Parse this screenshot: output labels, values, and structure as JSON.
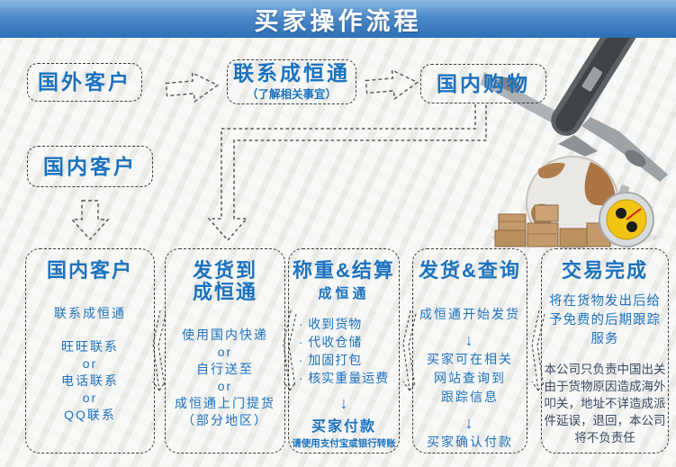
{
  "header": {
    "title": "买家操作流程",
    "bg_top": "#8cb6e0",
    "bg_bottom": "#2e6eb6",
    "text_color": "#ffffff"
  },
  "colors": {
    "accent_blue": "#1b72bf",
    "box_border": "#3c3c3c",
    "background": "#f1f1ef",
    "disclaimer_text": "#3b4a63"
  },
  "top_flow": {
    "overseas_customer": {
      "label": "国外客户"
    },
    "contact_chenghengtong": {
      "label": "联系成恒通",
      "sublabel": "（了解相关事宜）"
    },
    "domestic_shopping": {
      "label": "国内购物"
    },
    "domestic_customer": {
      "label": "国内客户"
    }
  },
  "bottom_flow": {
    "box1": {
      "title": "国内客户",
      "lines": [
        "联系成恒通",
        "旺旺联系",
        "or",
        "电话联系",
        "or",
        "QQ联系"
      ]
    },
    "box2": {
      "title_line1": "发货到",
      "title_line2": "成恒通",
      "lines": [
        "使用国内快递",
        "or",
        "自行送至",
        "or",
        "成恒通上门提货",
        "（部分地区）"
      ]
    },
    "box3": {
      "title": "称重&结算",
      "subtitle": "成恒通",
      "bullets": [
        "· 收到货物",
        "· 代收仓储",
        "· 加固打包",
        "· 核实重量运费"
      ],
      "down_arrow": "↓",
      "pay_label": "买家付款",
      "pay_note": "请使用支付宝或银行转账"
    },
    "box4": {
      "title": "发货&查询",
      "lines": [
        "成恒通开始发货",
        "↓",
        "买家可在相关",
        "网站查询到",
        "跟踪信息",
        "↓",
        "买家确认付款"
      ]
    },
    "box5": {
      "title": "交易完成",
      "service_lines": [
        "将在货物发出后给",
        "予免费的后期跟踪",
        "服务"
      ],
      "disclaimer_lines": [
        "本公司只负责中国出关",
        "由于货物原因造成海外",
        "叩关，地址不详造成派",
        "件延误，退回，本公司",
        "将不负责任"
      ]
    }
  },
  "illustration": {
    "elements": [
      "airplane-icon",
      "globe-icon",
      "cardboard-boxes-icon",
      "stopwatch-icon"
    ]
  }
}
